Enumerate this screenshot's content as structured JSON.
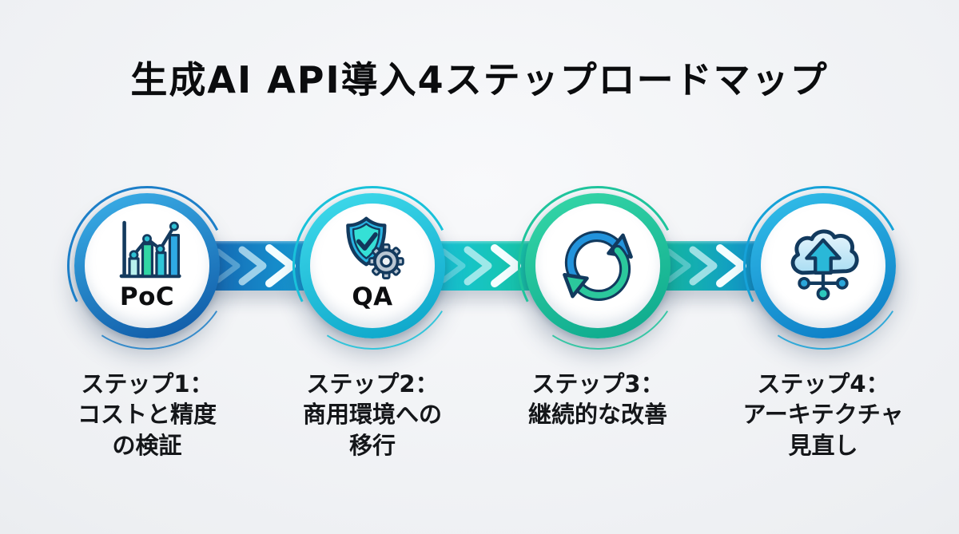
{
  "title": "生成AI API導入4ステップロードマップ",
  "background_color": "#edeff2",
  "title_color": "#0b0c0e",
  "caption_color": "#141619",
  "steps": [
    {
      "id": "step-1",
      "badge": "PoC",
      "icon": "bar-chart-trend-icon",
      "label": "ステップ1：\nコストと精度\nの検証",
      "ring_gradient": [
        "#3cb2ea",
        "#0d55a3"
      ]
    },
    {
      "id": "step-2",
      "badge": "QA",
      "icon": "shield-check-gear-icon",
      "label": "ステップ2：\n商用環境への\n移行",
      "ring_gradient": [
        "#41dcec",
        "#0aa3c8"
      ]
    },
    {
      "id": "step-3",
      "badge": "",
      "icon": "sync-arrows-icon",
      "label": "ステップ3：\n継続的な改善",
      "ring_gradient": [
        "#36d8a8",
        "#0ca78c"
      ]
    },
    {
      "id": "step-4",
      "badge": "",
      "icon": "cloud-upload-network-icon",
      "label": "ステップ4：\nアーキテクチャ\n見直し",
      "ring_gradient": [
        "#33c0ea",
        "#0a79c4"
      ]
    }
  ],
  "connectors": [
    {
      "from": "step-1",
      "to": "step-2",
      "gradient": [
        "#1565b2",
        "#17a2d8"
      ]
    },
    {
      "from": "step-2",
      "to": "step-3",
      "gradient": [
        "#17c3de",
        "#17c69e"
      ]
    },
    {
      "from": "step-3",
      "to": "step-4",
      "gradient": [
        "#15c09d",
        "#1190d4"
      ]
    }
  ]
}
